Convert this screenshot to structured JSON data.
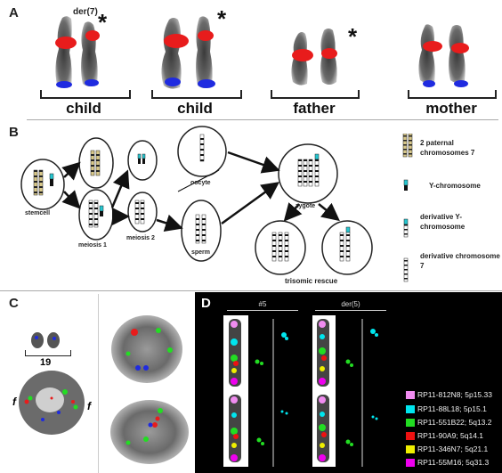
{
  "panels": {
    "a": "A",
    "b": "B",
    "c": "C",
    "d": "D"
  },
  "panel_a": {
    "der_label": "der(7)",
    "star": "*",
    "labels": [
      "child",
      "child",
      "father",
      "mother"
    ]
  },
  "panel_b": {
    "stemcell": "stemcell",
    "meiosis1": "meiosis 1",
    "meiosis2": "meiosis 2",
    "oocyte": "oocyte",
    "sperm": "sperm",
    "zygote": "zygote",
    "trisomic_rescue": "trisomic rescue",
    "legend": [
      "2 paternal chromosomes 7",
      "Y-chromosome",
      "derivative Y-chromosome",
      "derivative chromosome 7"
    ]
  },
  "panel_c": {
    "chrom_label": "19",
    "f_left": "f",
    "f_right": "f"
  },
  "panel_d": {
    "col1": "#5",
    "col2": "der(5)",
    "legend": [
      {
        "label": "RP11-812N8; 5p15.33",
        "color": "#f08cf0"
      },
      {
        "label": "RP11-88L18; 5p15.1",
        "color": "#00e5ee"
      },
      {
        "label": "RP11-551B22; 5q13.2",
        "color": "#22dd22"
      },
      {
        "label": "RP11-90A9; 5q14.1",
        "color": "#ee1111"
      },
      {
        "label": "RP11-346N7; 5q21.1",
        "color": "#eeee00"
      },
      {
        "label": "RP11-55M16; 5q31.3",
        "color": "#ee00ee"
      }
    ]
  }
}
